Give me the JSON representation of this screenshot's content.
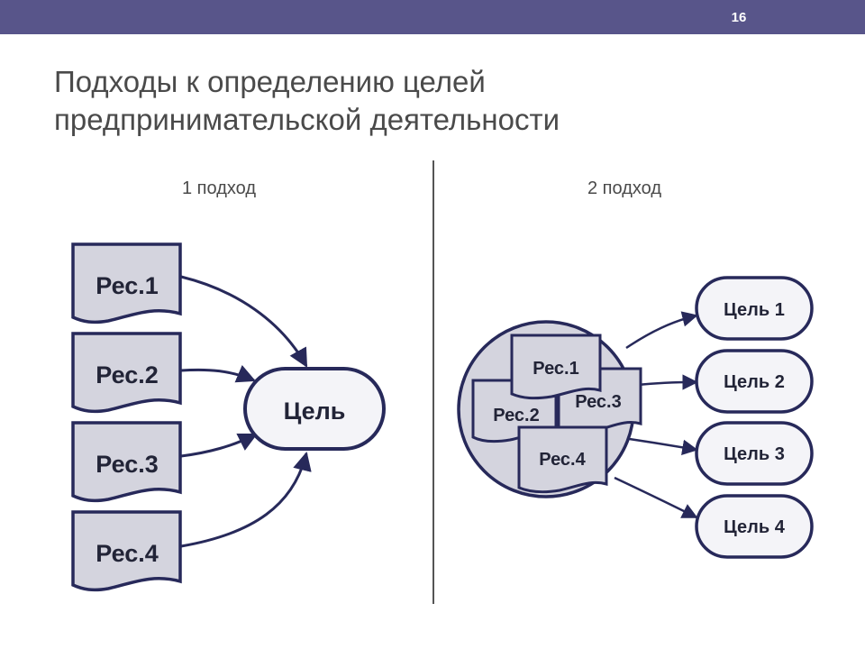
{
  "slide": {
    "page_number": "16",
    "title_line1": "Подходы к определению целей",
    "title_line2": "предпринимательской деятельности"
  },
  "approach1": {
    "label": "1 подход",
    "resources": [
      "Рес.1",
      "Рес.2",
      "Рес.3",
      "Рес.4"
    ],
    "goal": "Цель"
  },
  "approach2": {
    "label": "2 подход",
    "resources": [
      "Рес.1",
      "Рес.2",
      "Рес.3",
      "Рес.4"
    ],
    "goals": [
      "Цель 1",
      "Цель 2",
      "Цель 3",
      "Цель 4"
    ]
  },
  "colors": {
    "topbar": "#58558a",
    "stroke": "#27295a",
    "fill": "#d4d4de",
    "node_fill": "#f4f4f8",
    "text": "#222437",
    "divider": "#555555"
  }
}
